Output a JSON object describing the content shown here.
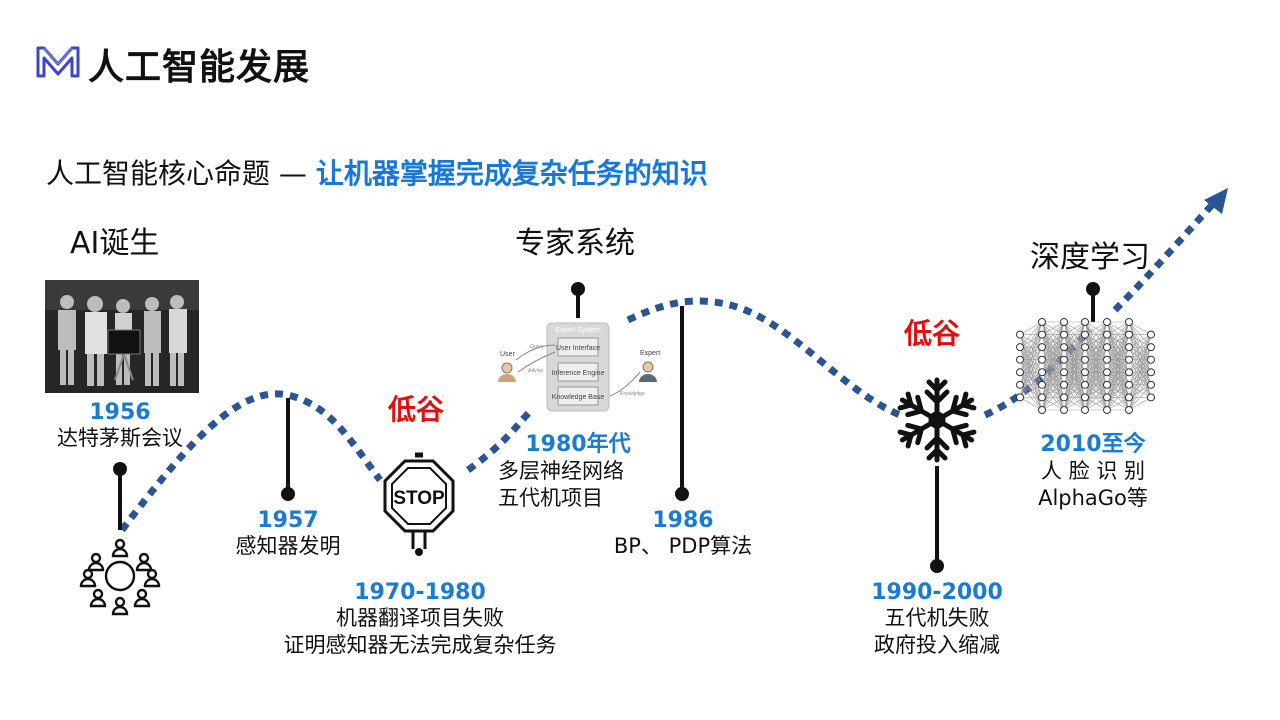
{
  "title": "人工智能发展",
  "subtitle": {
    "prefix": "人工智能核心命题 — ",
    "highlight": "让机器掌握完成复杂任务的知识"
  },
  "eras": {
    "birth": "AI诞生",
    "expert": "专家系统",
    "deep": "深度学习"
  },
  "trough_label": "低谷",
  "events": [
    {
      "year": "1956",
      "lines": [
        "达特茅斯会议"
      ]
    },
    {
      "year": "1957",
      "lines": [
        "感知器发明"
      ]
    },
    {
      "year": "1970-1980",
      "lines": [
        "机器翻译项目失败",
        "证明感知器无法完成复杂任务"
      ]
    },
    {
      "year": "1980年代",
      "lines": [
        "多层神经网络",
        "五代机项目"
      ]
    },
    {
      "year": "1986",
      "lines": [
        "BP、 PDP算法"
      ]
    },
    {
      "year": "1990-2000",
      "lines": [
        "五代机失败",
        "政府投入缩减"
      ]
    },
    {
      "year": "2010至今",
      "lines": [
        "人 脸 识 别",
        "AlphaGo等"
      ]
    }
  ],
  "expert_diagram": {
    "system": "Expert System",
    "user_interface": "User Interface",
    "inference_engine": "Inference Engine",
    "knowledge_base": "Knowledge Base",
    "user": "User",
    "expert": "Expert",
    "query": "Query",
    "advice": "Advice",
    "knowledge": "Knowledge"
  },
  "stop_sign": "STOP",
  "colors": {
    "accent": "#1a7bd2",
    "trough": "#e01010",
    "curve": "#2b5592",
    "logo": "#3b45c9"
  }
}
